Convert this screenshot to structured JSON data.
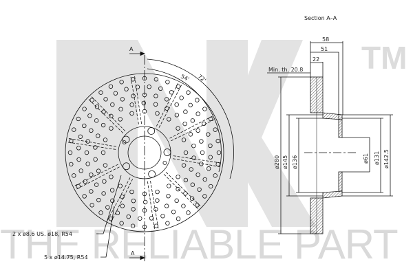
{
  "watermark": {
    "logo": "NK",
    "trademark": "TM",
    "tagline": "THE RELIABLE PART"
  },
  "section": {
    "title": "Section A–A",
    "min_thickness": "Min. th. 20.8",
    "dims": {
      "d58": "58",
      "d51": "51",
      "d22": "22",
      "d280": "ø280",
      "d145": "ø145",
      "d136": "ø136",
      "d61": "ø61",
      "d131": "ø131",
      "d142_5": "ø142.5"
    }
  },
  "front": {
    "section_mark": "A",
    "angle_inner": "54'",
    "angle_outer": "72'",
    "note_small_holes": "2 x ø8.6 US. ø18, R54",
    "note_bolt_holes": "5 x ø14.75, R54"
  }
}
